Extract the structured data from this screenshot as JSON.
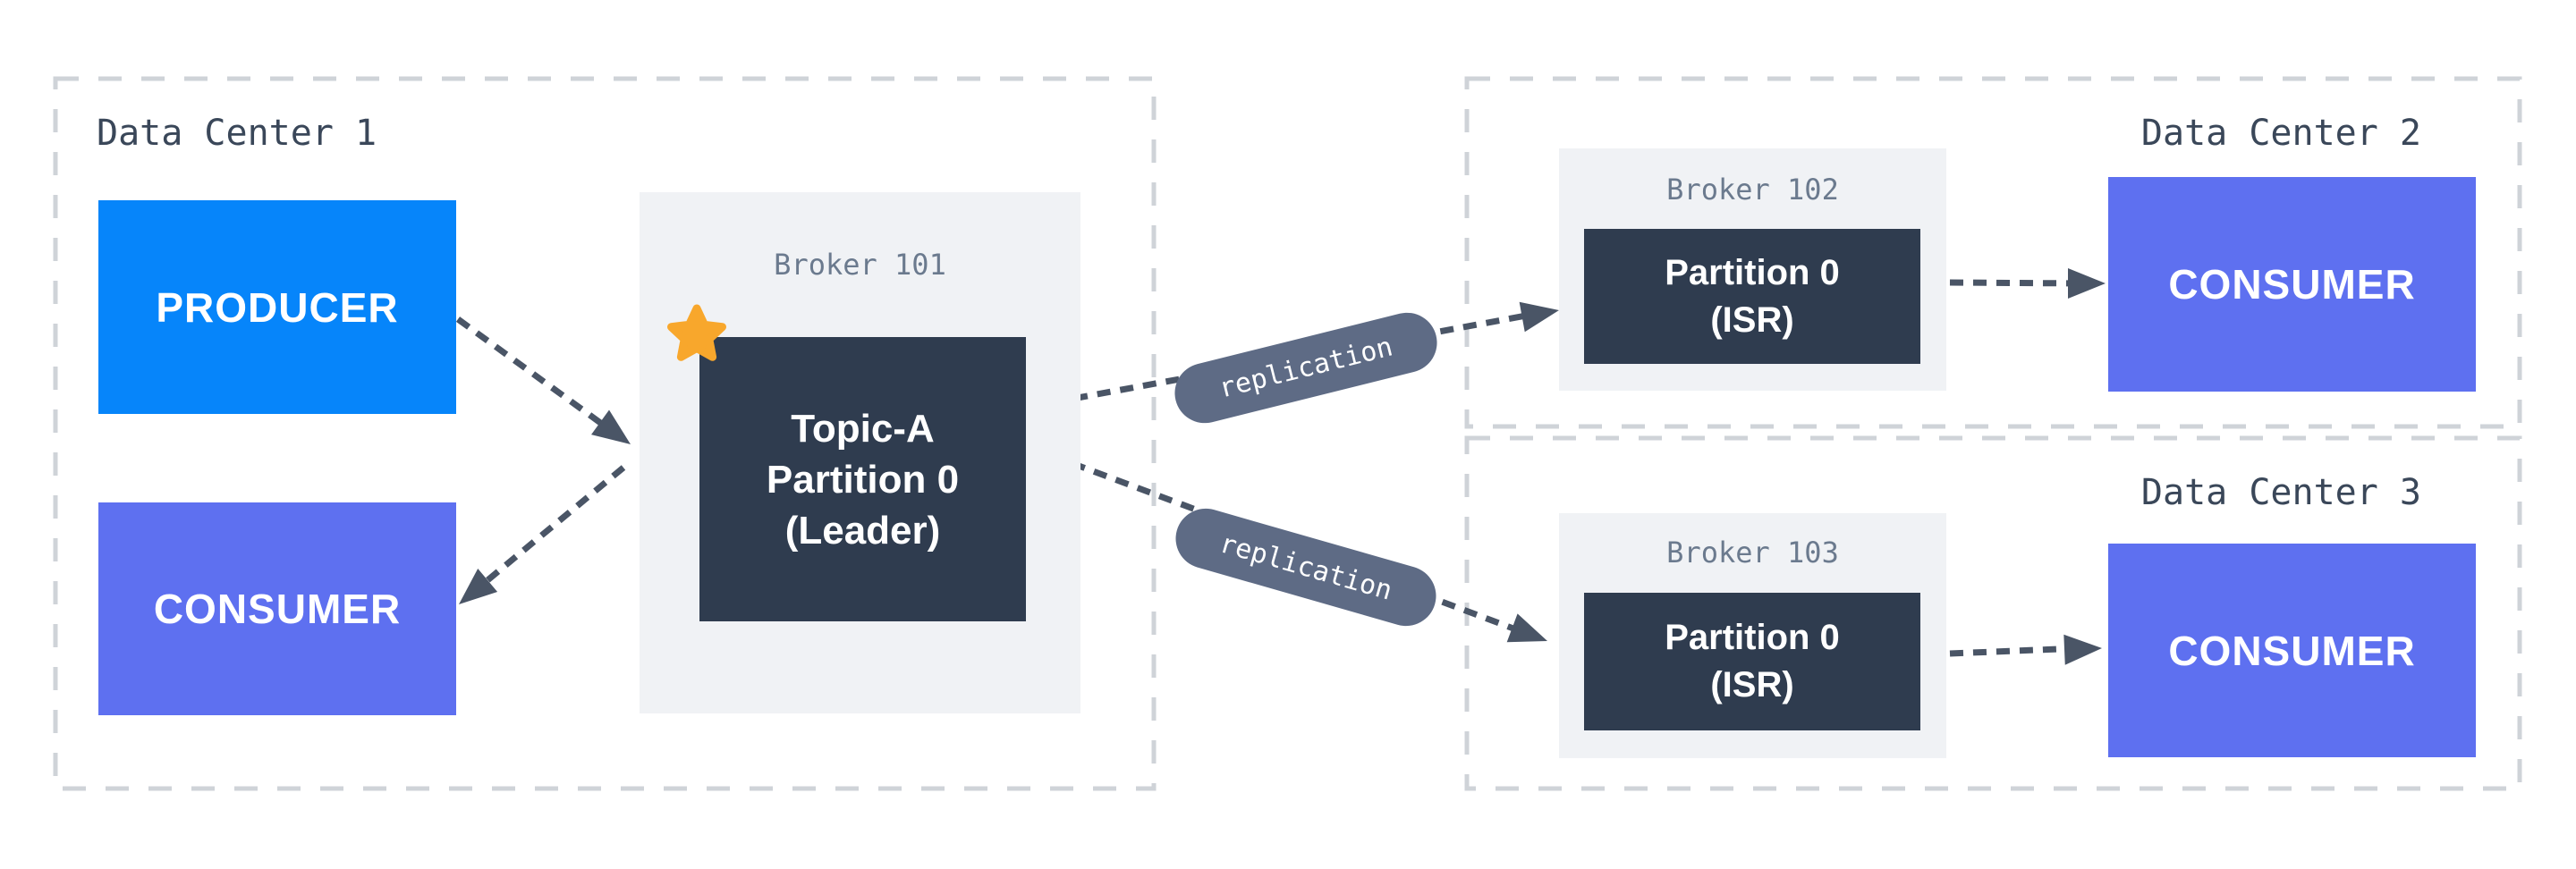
{
  "diagram": {
    "type": "kafka-cross-datacenter-replication",
    "data_centers": [
      {
        "label": "Data Center 1"
      },
      {
        "label": "Data Center 2"
      },
      {
        "label": "Data Center 3"
      }
    ],
    "dc1": {
      "producer": {
        "label": "PRODUCER"
      },
      "consumer": {
        "label": "CONSUMER"
      },
      "broker": {
        "label": "Broker 101",
        "partition_lines": [
          "Topic-A",
          "Partition 0",
          "(Leader)"
        ]
      },
      "icons": {
        "leader_badge": "star-icon"
      }
    },
    "dc2": {
      "broker": {
        "label": "Broker 102",
        "partition_lines": [
          "Partition 0",
          "(ISR)"
        ]
      },
      "consumer": {
        "label": "CONSUMER"
      }
    },
    "dc3": {
      "broker": {
        "label": "Broker 103",
        "partition_lines": [
          "Partition 0",
          "(ISR)"
        ]
      },
      "consumer": {
        "label": "CONSUMER"
      }
    },
    "edges": {
      "replication_label": "replication"
    },
    "colors": {
      "producer_blue": "#0685FA",
      "consumer_purple": "#5E70F0",
      "partition_dark": "#2F3C4F",
      "broker_panel_gray": "#F0F2F5",
      "replication_pill_slate": "#5E6B85",
      "arrow_slate": "#4A5566",
      "dashed_border_gray": "#CFD3D8",
      "star_amber": "#F8A72C",
      "dc_label_text": "#3A4759",
      "broker_label_text": "#6B7A8E"
    }
  }
}
